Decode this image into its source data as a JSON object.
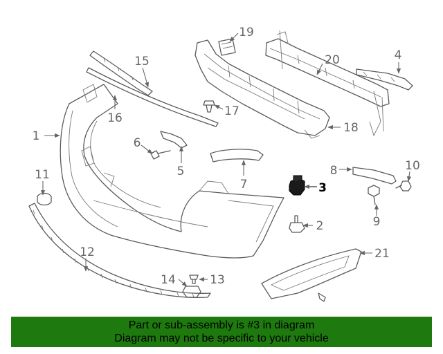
{
  "diagram": {
    "callouts": [
      "1",
      "2",
      "3",
      "4",
      "5",
      "6",
      "7",
      "8",
      "9",
      "10",
      "11",
      "12",
      "13",
      "14",
      "15",
      "16",
      "17",
      "18",
      "19",
      "20",
      "21"
    ],
    "highlighted": "3",
    "highlight_color": "#000000",
    "part_color": "#333333"
  },
  "banner": {
    "line1": "Part or sub-assembly is #3 in diagram",
    "line2": "Diagram may not be specific to your vehicle",
    "background": "#1e7a0e"
  }
}
